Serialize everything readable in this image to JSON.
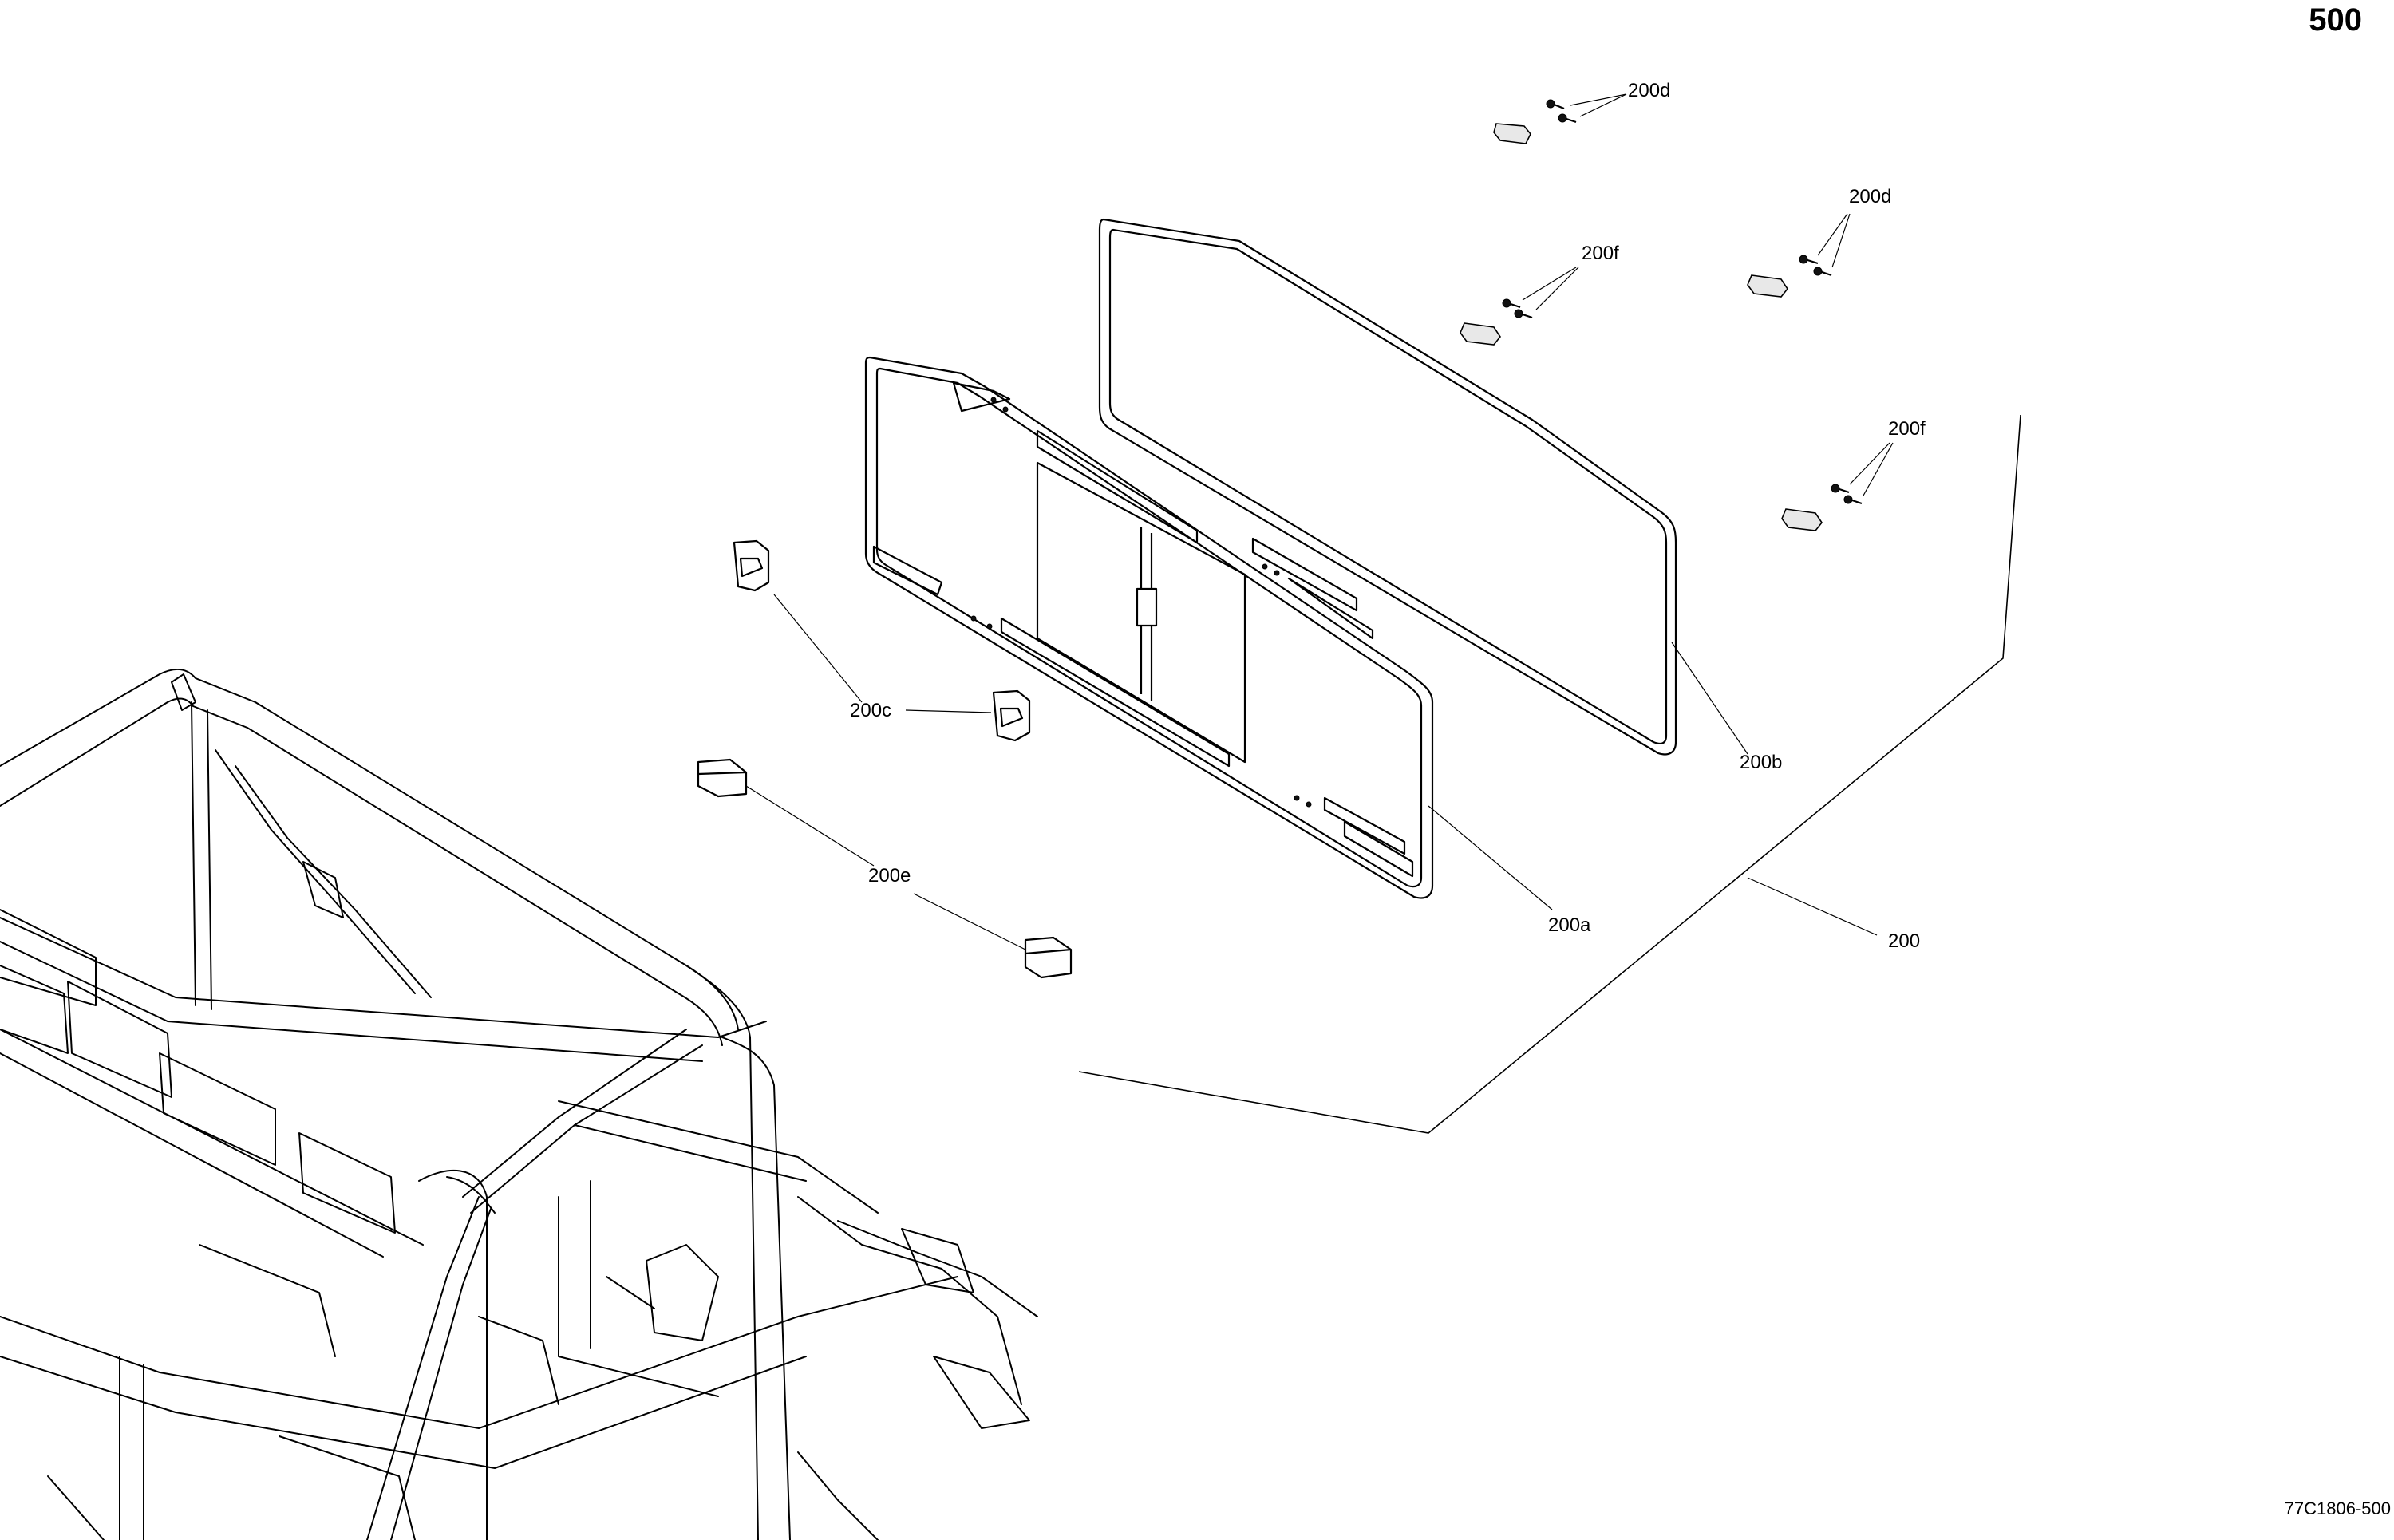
{
  "page_number": "500",
  "figure_code": "77C1806-500",
  "callouts": {
    "p200": "200",
    "p200a": "200a",
    "p200b": "200b",
    "p200c": "200c",
    "p200d_top": "200d",
    "p200d_right": "200d",
    "p200e": "200e",
    "p200f_upper": "200f",
    "p200f_lower": "200f"
  }
}
